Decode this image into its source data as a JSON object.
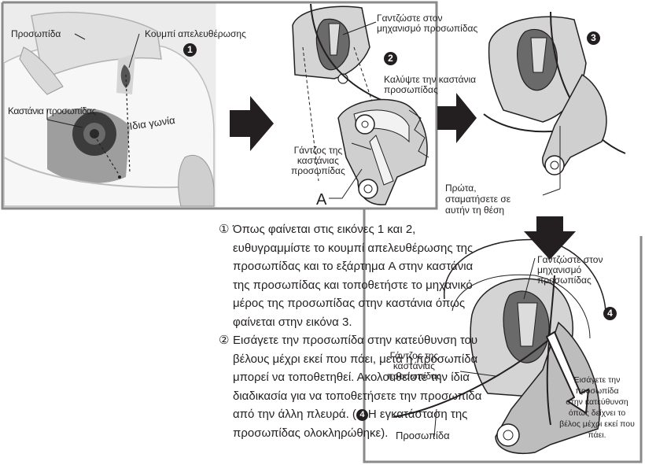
{
  "labels": {
    "visor": "Προσωπίδα",
    "release_button": "Κουμπί απελευθέρωσης",
    "visor_ratchet": "Καστάνια προσωπίδας",
    "same_angle": "Ίδια γωνία",
    "hook_mechanism_1": "Γαντζώστε στον\nμηχανισμό προσωπίδας",
    "cover_ratchet": "Καλύψτε την καστάνια\nπροσωπίδας",
    "ratchet_hook_1": "Γάντζος της\nκαστάνιας\nπροσωπίδας",
    "part_a": "A",
    "first_stop": "Πρώτα,\nσταματήσετε σε\nαυτήν τη θέση",
    "hook_mechanism_2": "Γαντζώστε στον\nμηχανισμό\nπροσωπίδας",
    "ratchet_hook_2": "Γάντζος της\nκαστάνιας\nπροσωπίδας",
    "insert_direction": "Εισάγετε την\nπροσωπίδα\nστην κατεύθυνση\nόπως δείχνει το\nβέλος μέχρι εκεί που\nπάει.",
    "visor_bottom": "Προσωπίδα"
  },
  "badges": [
    "1",
    "2",
    "3",
    "4"
  ],
  "instructions": {
    "step1_marker": "①",
    "step1": "Όπως φαίνεται στις εικόνες 1 και 2, ευθυγραμμίστε το κουμπί απελευθέρωσης της προσωπίδας και  το εξάρτημα A στην καστάνια της προσωπίδας και τοποθετήστε το μηχανικό μέρος της προσωπίδας στην καστάνια όπως φαίνεται στην εικόνα 3.",
    "step2_marker": "②",
    "step2_main": "Εισάγετε την προσωπίδα στην κατεύθυνση του βέλους μέχρι εκεί που πάει, μετά η προσωπίδα μπορεί να τοποθετηθεί.  Ακολουθείστε την ίδια διαδικασία για να τοποθετήσετε την προσωπίδα από την άλλη πλευρά. (",
    "step2_badge": "4",
    "step2_end": "Η εγκατάσταση της προσωπίδας ολοκληρώθηκε)."
  },
  "colors": {
    "frame": "#8a8a8a",
    "photo_bg": "#e6e6e6",
    "ink": "#231f20",
    "part_grey": "#c8c8c8",
    "dark_grey": "#6e6e6e"
  }
}
